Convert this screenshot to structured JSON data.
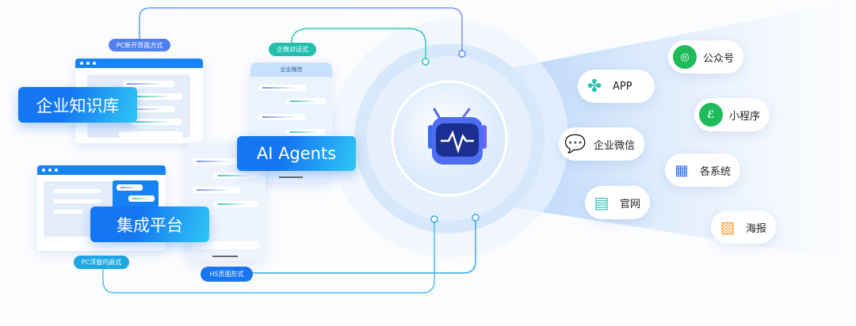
{
  "pills": {
    "pc_new_page": "PC新开页面方式",
    "wecom_chat": "企微对话式",
    "pc_float": "PC浮窗内嵌式",
    "h5_page": "H5页面形式"
  },
  "labels": {
    "knowledge_base": "企业知识库",
    "ai_agents": "AI Agents",
    "integration": "集成平台"
  },
  "phone": {
    "header": "企业微信"
  },
  "channels": [
    {
      "label": "公众号",
      "icon": "wechat-official-icon",
      "color": "#1fba5a"
    },
    {
      "label": "APP",
      "icon": "app-grid-icon",
      "color": "#2cc3b5"
    },
    {
      "label": "小程序",
      "icon": "mini-program-icon",
      "color": "#1fba5a"
    },
    {
      "label": "企业微信",
      "icon": "wecom-icon",
      "color": "#2a8ef5"
    },
    {
      "label": "各系统",
      "icon": "systems-icon",
      "color": "#2a6ef0"
    },
    {
      "label": "官网",
      "icon": "website-icon",
      "color": "#2cc3b5"
    },
    {
      "label": "海报",
      "icon": "poster-icon",
      "color": "#f5a03a"
    }
  ]
}
